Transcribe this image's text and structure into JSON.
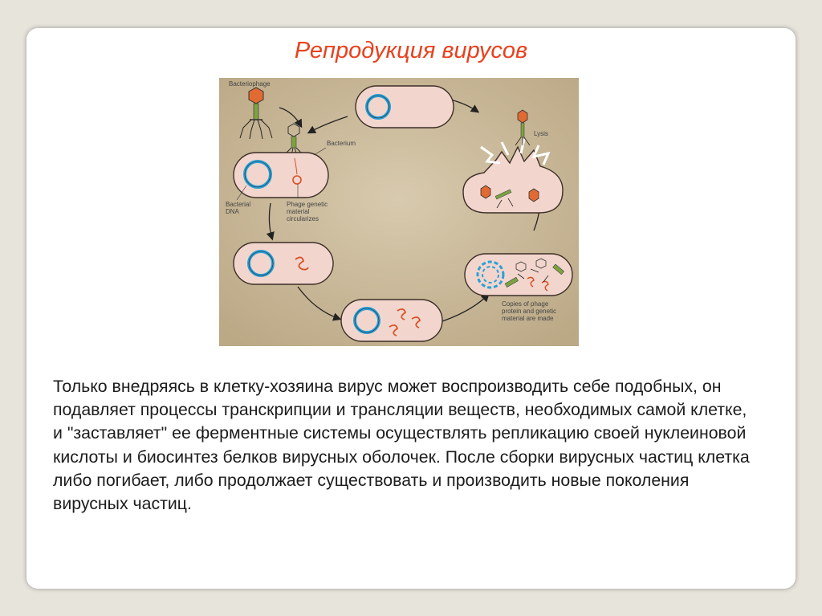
{
  "slide": {
    "title": "Репродукция вирусов",
    "body": "Только внедряясь в клетку-хозяина вирус может воспроизводить себе подобных, он подавляет процессы транскрипции и трансляции веществ, необходимых самой клетке, и \"заставляет\" ее ферментные системы осуществлять репликацию своей нуклеиновой кислоты и биосинтез белков вирусных оболочек. После сборки вирусных частиц клетка либо погибает, либо продолжает существовать и производить новые поколения вирусных частиц."
  },
  "diagram": {
    "labels": {
      "bacteriophage": "Bacteriophage",
      "bacterium": "Bacterium",
      "bacterial_dna": [
        "Bacterial",
        "DNA"
      ],
      "phage_genetic": [
        "Phage genetic",
        "material",
        "circularizes"
      ],
      "lysis": "Lysis",
      "copies": [
        "Copies of phage",
        "protein and genetic",
        "material are made"
      ]
    },
    "colors": {
      "background": "#c9b79b",
      "cell": "#f2d6cd",
      "cell_outline": "#3d2f28",
      "dna_ring": "#2aa0d8",
      "phage_rna": "#d84f25"
    }
  }
}
